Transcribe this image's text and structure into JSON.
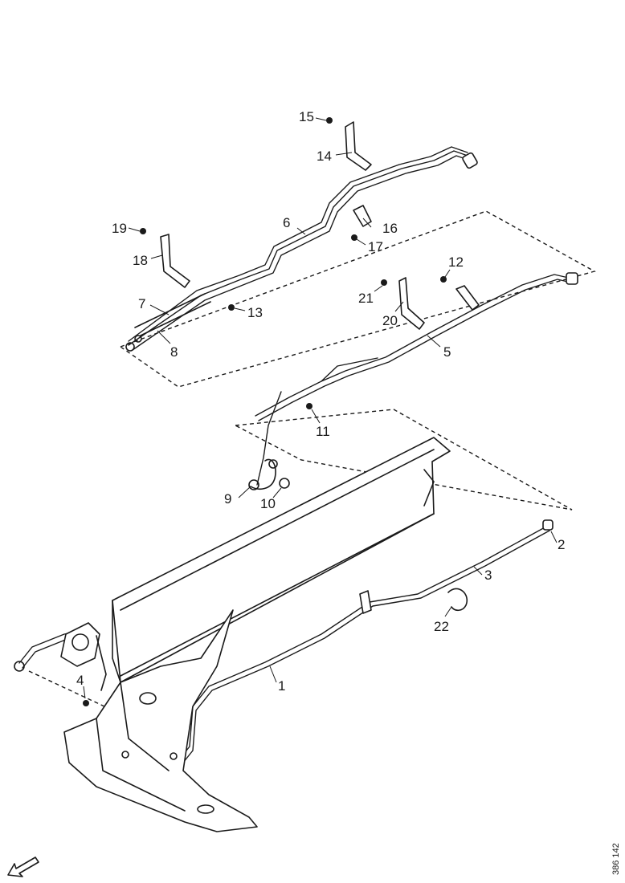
{
  "callouts": [
    {
      "id": "c1",
      "text": "1"
    },
    {
      "id": "c2",
      "text": "2"
    },
    {
      "id": "c3",
      "text": "3"
    },
    {
      "id": "c4",
      "text": "4"
    },
    {
      "id": "c5",
      "text": "5"
    },
    {
      "id": "c6",
      "text": "6"
    },
    {
      "id": "c7",
      "text": "7"
    },
    {
      "id": "c8",
      "text": "8"
    },
    {
      "id": "c9",
      "text": "9"
    },
    {
      "id": "c10",
      "text": "10"
    },
    {
      "id": "c11",
      "text": "11"
    },
    {
      "id": "c12",
      "text": "12"
    },
    {
      "id": "c13",
      "text": "13"
    },
    {
      "id": "c14",
      "text": "14"
    },
    {
      "id": "c15",
      "text": "15"
    },
    {
      "id": "c16",
      "text": "16"
    },
    {
      "id": "c17",
      "text": "17"
    },
    {
      "id": "c18",
      "text": "18"
    },
    {
      "id": "c19",
      "text": "19"
    },
    {
      "id": "c20",
      "text": "20"
    },
    {
      "id": "c21",
      "text": "21"
    },
    {
      "id": "c22",
      "text": "22"
    }
  ],
  "reference_code": "386 142",
  "icons": {
    "direction_arrow": "forward-arrow-icon"
  },
  "colors": {
    "line": "#1a1a1a",
    "background": "#ffffff"
  }
}
